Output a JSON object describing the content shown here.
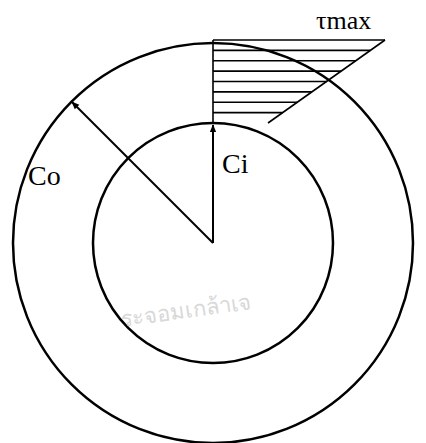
{
  "diagram": {
    "labels": [
      "τmax",
      "Co",
      "Ci",
      "ระจอมเกล้าเจ"
    ]
  }
}
